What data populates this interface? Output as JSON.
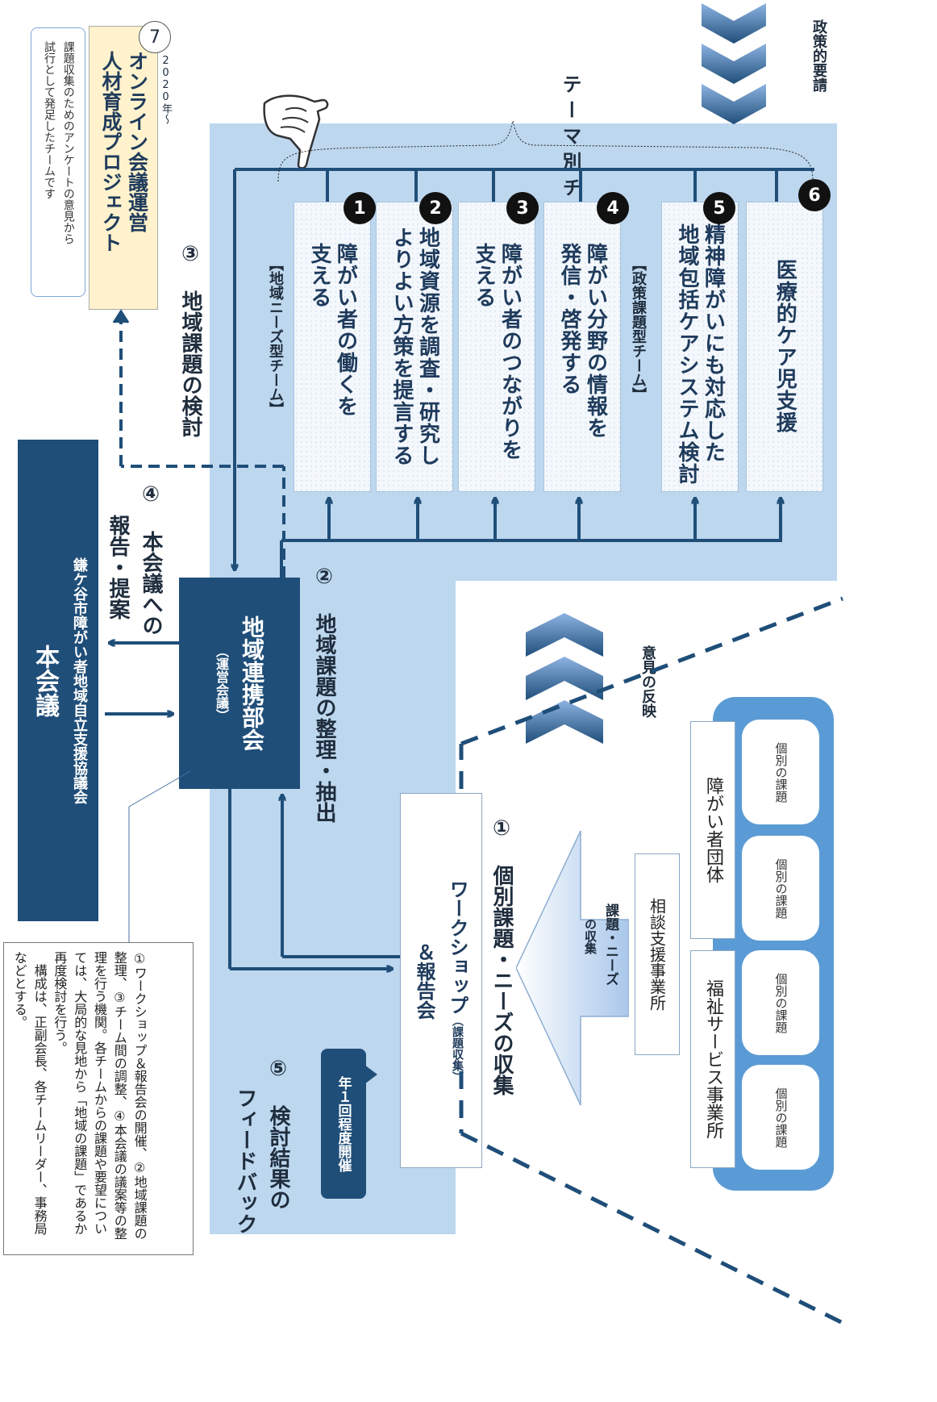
{
  "note_box": {
    "text": "①ワークショップ＆報告会の開催、②地域課題の整理、③チーム間の調整、④本会議の議案等の整理を行う機関。各チームからの課題や要望については、大局的な見地から「地域の課題」であるか再度検討を行う。\n　構成は、正副会長、各チームリーダー、事務局などとする。"
  },
  "honkaigi": {
    "org": "鎌ケ谷市障がい者地域自立支援協議会",
    "title": "本会議"
  },
  "renkei": {
    "title": "地域連携部会",
    "sub": "（運営会議）"
  },
  "steps": {
    "s1": "① 個別課題・ニーズの収集",
    "s2": "② 地域課題の整理・抽出",
    "s3": "③ 地域課題の検討",
    "s4_a": "④ 本会議への",
    "s4_b": "報告・提案",
    "s5_a": "⑤ 検討結果の",
    "s5_b": "フィードバック"
  },
  "annual_badge": "年１回程度開催",
  "workshop": {
    "title": "ワークショップ",
    "sub": "（課題収集）",
    "title2": "＆報告会"
  },
  "collect_arrow": {
    "a": "課題・ニーズ",
    "b": "の収集"
  },
  "consult": "相談支援事業所",
  "welfare": "福祉サービス事業所",
  "disability_group": "障がい者団体",
  "kobetsu_items": [
    "個別の課題",
    "個別の課題",
    "個別の課題",
    "個別の課題"
  ],
  "reflect": "意見の反映",
  "policy_req": "政策的要請",
  "theme_team": "テーマ別チーム",
  "category_local": "【地域ニーズ型チーム】",
  "category_policy": "【政策課題型チーム】",
  "teams": [
    {
      "num": "1",
      "text": "障がい者の働くを\n支える"
    },
    {
      "num": "2",
      "text": "地域資源を調査・研究し\nよりよい方策を提言する"
    },
    {
      "num": "3",
      "text": "障がい者のつながりを\n支える"
    },
    {
      "num": "4",
      "text": "障がい分野の情報を\n発信・啓発する"
    },
    {
      "num": "5",
      "text": "精神障がいにも対応した\n地域包括ケアシステム検討"
    },
    {
      "num": "6",
      "text": "医療的ケア児支援"
    }
  ],
  "project": {
    "note": "課題収集のためのアンケートの意見から\n試行として発足したチームです",
    "title": "オンライン会議運営\n人材育成プロジェクト",
    "num": "7",
    "year": "2020年～"
  },
  "colors": {
    "bg_light": "#bdd7ee",
    "navy": "#1f4e79",
    "team_border": "#a9c4de"
  }
}
